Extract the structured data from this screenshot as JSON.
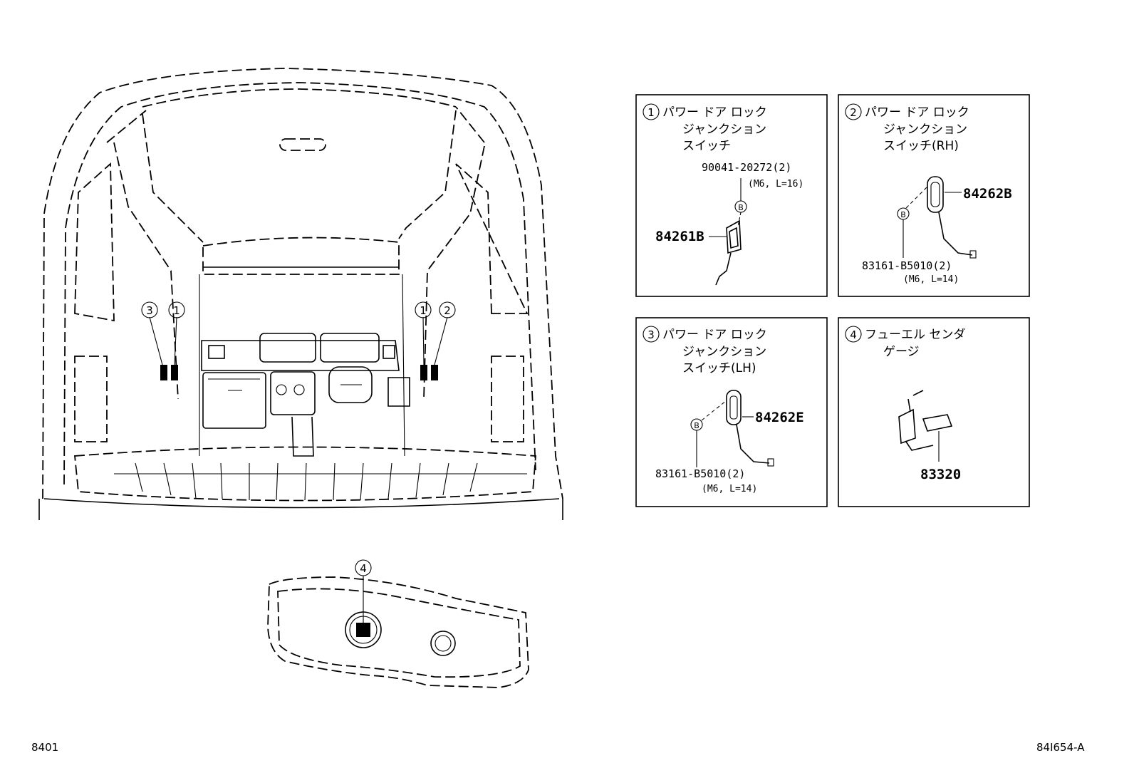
{
  "callouts": {
    "c1": "1",
    "c2": "2",
    "c3": "3",
    "c4": "4",
    "b": "B"
  },
  "panels": {
    "p1": {
      "num": "1",
      "title_line1": "パワー ドア ロック",
      "title_line2": "ジャンクション",
      "title_line3": "スイッチ",
      "bolt_part": "90041-20272(2)",
      "bolt_spec": "(M6, L=16)",
      "part": "84261B"
    },
    "p2": {
      "num": "2",
      "title_line1": "パワー ドア ロック",
      "title_line2": "ジャンクション",
      "title_line3": "スイッチ(RH)",
      "part": "84262B",
      "bolt_part": "83161-B5010(2)",
      "bolt_spec": "(M6, L=14)"
    },
    "p3": {
      "num": "3",
      "title_line1": "パワー ドア ロック",
      "title_line2": "ジャンクション",
      "title_line3": "スイッチ(LH)",
      "part": "84262E",
      "bolt_part": "83161-B5010(2)",
      "bolt_spec": "(M6, L=14)"
    },
    "p4": {
      "num": "4",
      "title_line1": "フューエル センダ",
      "title_line2": "ゲージ",
      "part": "83320"
    }
  },
  "footer": {
    "left_code": "8401",
    "right_code": "84I654-A"
  }
}
